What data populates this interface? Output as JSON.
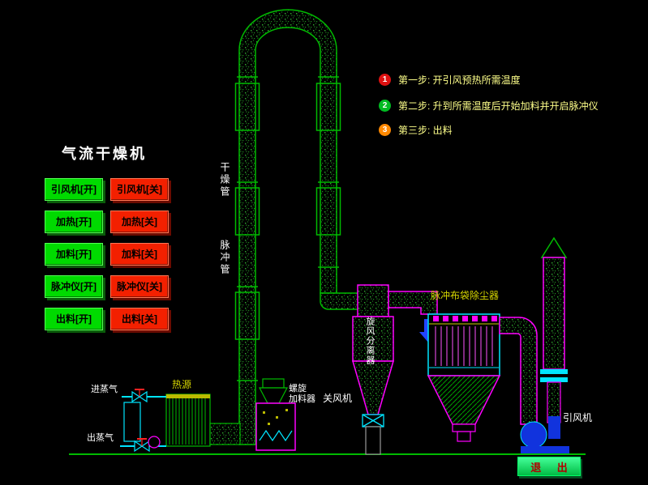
{
  "title": "气流干燥机",
  "controls": {
    "on_buttons": [
      "引风机[开]",
      "加热[开]",
      "加料[开]",
      "脉冲仪[开]",
      "出料[开]"
    ],
    "off_buttons": [
      "引风机[关]",
      "加热[关]",
      "加料[关]",
      "脉冲仪[关]",
      "出料[关]"
    ]
  },
  "steps": [
    {
      "num": "1",
      "text": "第一步: 开引风预热所需温度",
      "badge_color": "#dd1111"
    },
    {
      "num": "2",
      "text": "第二步: 升到所需温度后开始加料并开启脉冲仪",
      "badge_color": "#00bb22"
    },
    {
      "num": "3",
      "text": "第三步: 出料",
      "badge_color": "#ff8800"
    }
  ],
  "labels": {
    "drying_pipe": "干燥管",
    "pulse_pipe": "脉冲管",
    "cyclone": "旋风分离器",
    "bag_filter": "脉冲布袋除尘器",
    "rotary_valve": "关风机",
    "draft_fan": "引风机",
    "heat_source": "热源",
    "steam_in": "进蒸气",
    "steam_out": "出蒸气",
    "screw_feeder_line1": "螺旋",
    "screw_feeder_line2": "加料器"
  },
  "exit_button": "退 出",
  "colors": {
    "background": "#000000",
    "pipe_green": "#00bb00",
    "equipment_magenta": "#ff00ff",
    "equipment_cyan": "#00e5ff",
    "on_button_green": "#00da00",
    "off_button_red": "#f32000",
    "step_text_yellow": "#feff8a",
    "label_yellow": "#d6d600",
    "exit_green": "#00cc44",
    "fan_blue": "#1133dd"
  }
}
